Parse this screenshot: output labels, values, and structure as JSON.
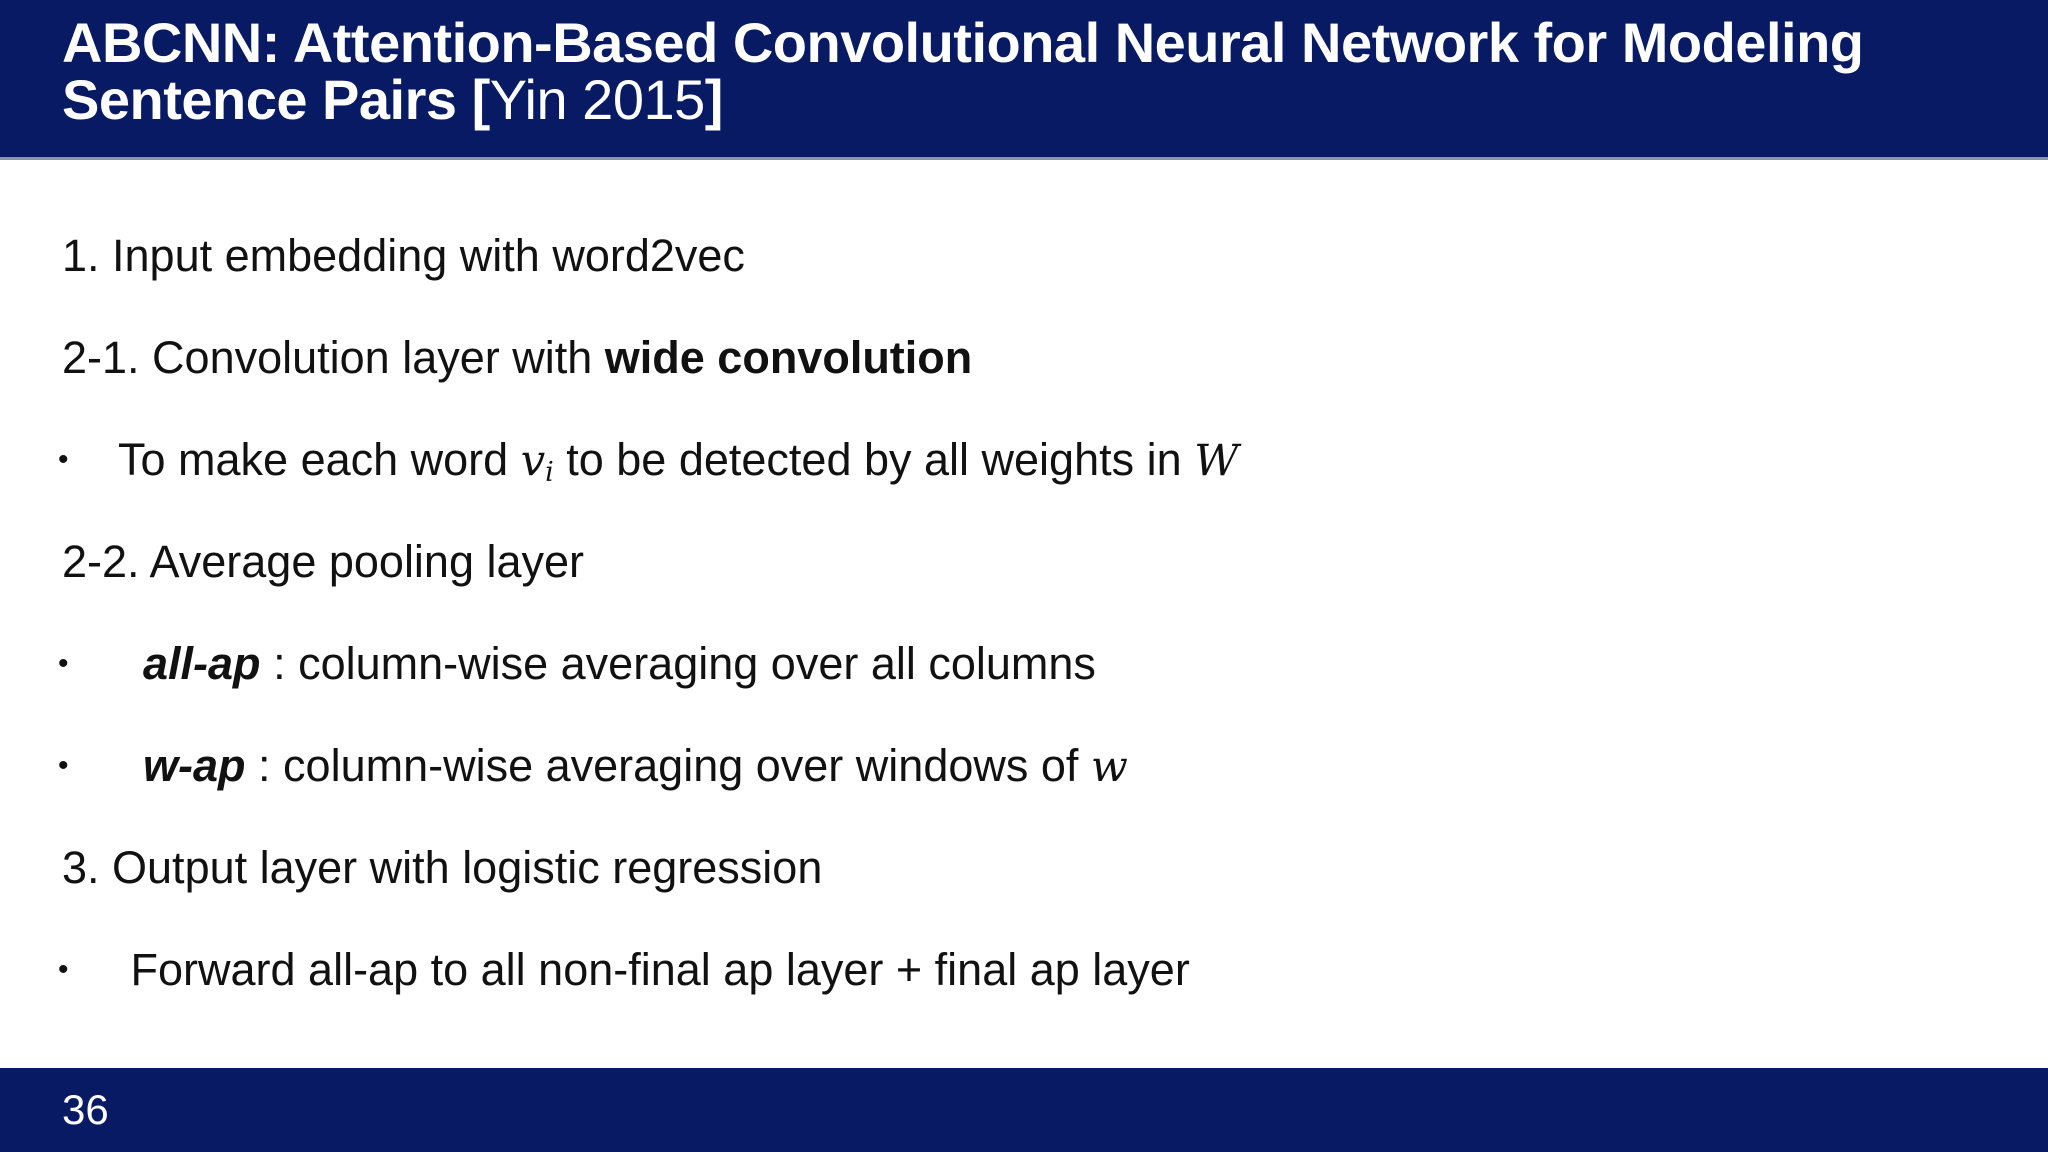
{
  "slide": {
    "header": {
      "title_line1": "ABCNN: Attention-Based Convolutional Neural Network for Modeling",
      "title_line2_prefix": "Sentence Pairs [",
      "title_citation": "Yin 2015",
      "title_suffix": "]"
    },
    "content": {
      "bullet_glyph": "•",
      "items": [
        {
          "kind": "heading",
          "segments": [
            {
              "t": "1. Input embedding with word2vec",
              "s": "plain"
            }
          ]
        },
        {
          "kind": "heading",
          "segments": [
            {
              "t": "2-1. Convolution layer with ",
              "s": "plain"
            },
            {
              "t": "wide convolution",
              "s": "bold"
            }
          ]
        },
        {
          "kind": "bullet",
          "segments": [
            {
              "t": "To make each word ",
              "s": "plain"
            },
            {
              "t": "v",
              "s": "math"
            },
            {
              "t": "i",
              "s": "math-sub"
            },
            {
              "t": " to be detected by all weights in ",
              "s": "plain"
            },
            {
              "t": "W",
              "s": "math"
            }
          ]
        },
        {
          "kind": "heading",
          "segments": [
            {
              "t": "2-2. Average pooling layer",
              "s": "plain"
            }
          ]
        },
        {
          "kind": "bullet",
          "segments": [
            {
              "t": "  ",
              "s": "plain"
            },
            {
              "t": "all-ap",
              "s": "bold-italic"
            },
            {
              "t": " : column-wise averaging over all columns",
              "s": "plain"
            }
          ]
        },
        {
          "kind": "bullet",
          "segments": [
            {
              "t": "  ",
              "s": "plain"
            },
            {
              "t": "w-ap",
              "s": "bold-italic"
            },
            {
              "t": " : column-wise averaging over windows of ",
              "s": "plain"
            },
            {
              "t": "w",
              "s": "math"
            }
          ]
        },
        {
          "kind": "heading",
          "segments": [
            {
              "t": "3. Output layer with logistic regression",
              "s": "plain"
            }
          ]
        },
        {
          "kind": "bullet",
          "segments": [
            {
              "t": " Forward all-ap to all non-final ap layer + final ap layer",
              "s": "plain"
            }
          ]
        }
      ]
    },
    "footer": {
      "page_number": "36"
    },
    "colors": {
      "navy": "#071a63",
      "background": "#ffffff",
      "text": "#111111",
      "title_text": "#ffffff",
      "header_divider": "#8a92b2"
    }
  }
}
